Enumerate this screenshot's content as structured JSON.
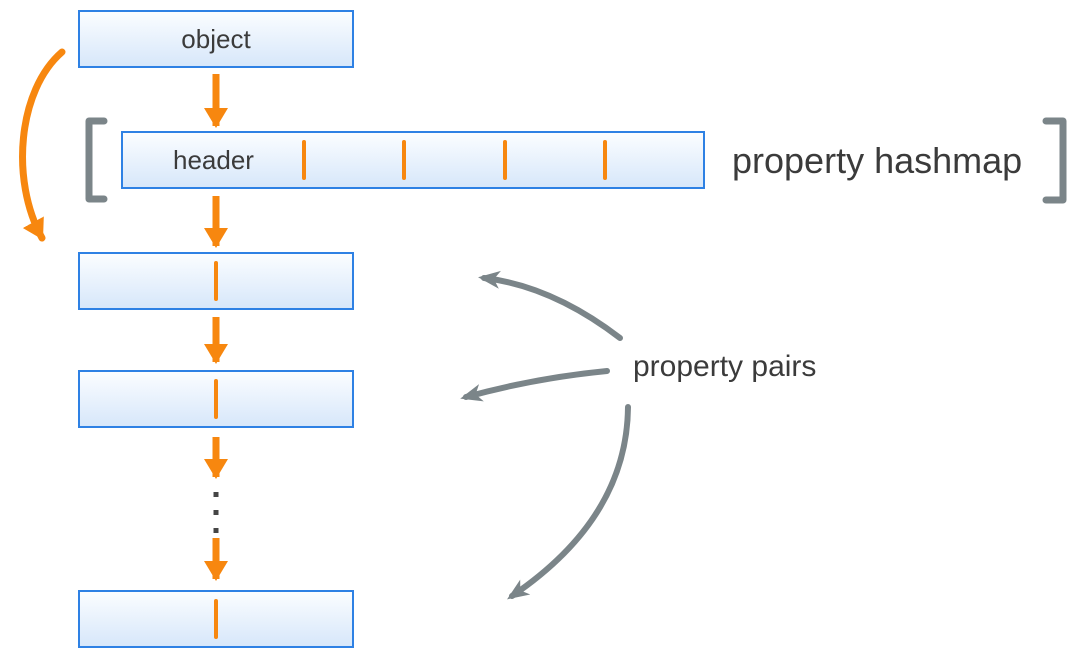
{
  "diagram": {
    "object_label": "object",
    "header_label": "header",
    "hashmap_annotation": "property hashmap",
    "pairs_annotation": "property pairs",
    "hashmap_slot_count": 4,
    "pair_box_count": 3,
    "ellipsis_dot_count": 3
  },
  "colors": {
    "accent_orange": "#f7870f",
    "accent_gray": "#7b8589",
    "box_border_blue": "#2e81e4",
    "box_fill_top": "#fbfdff",
    "box_fill_bottom": "#d7e7fa",
    "text_dark": "#3b3b3b",
    "background": "#ffffff"
  }
}
